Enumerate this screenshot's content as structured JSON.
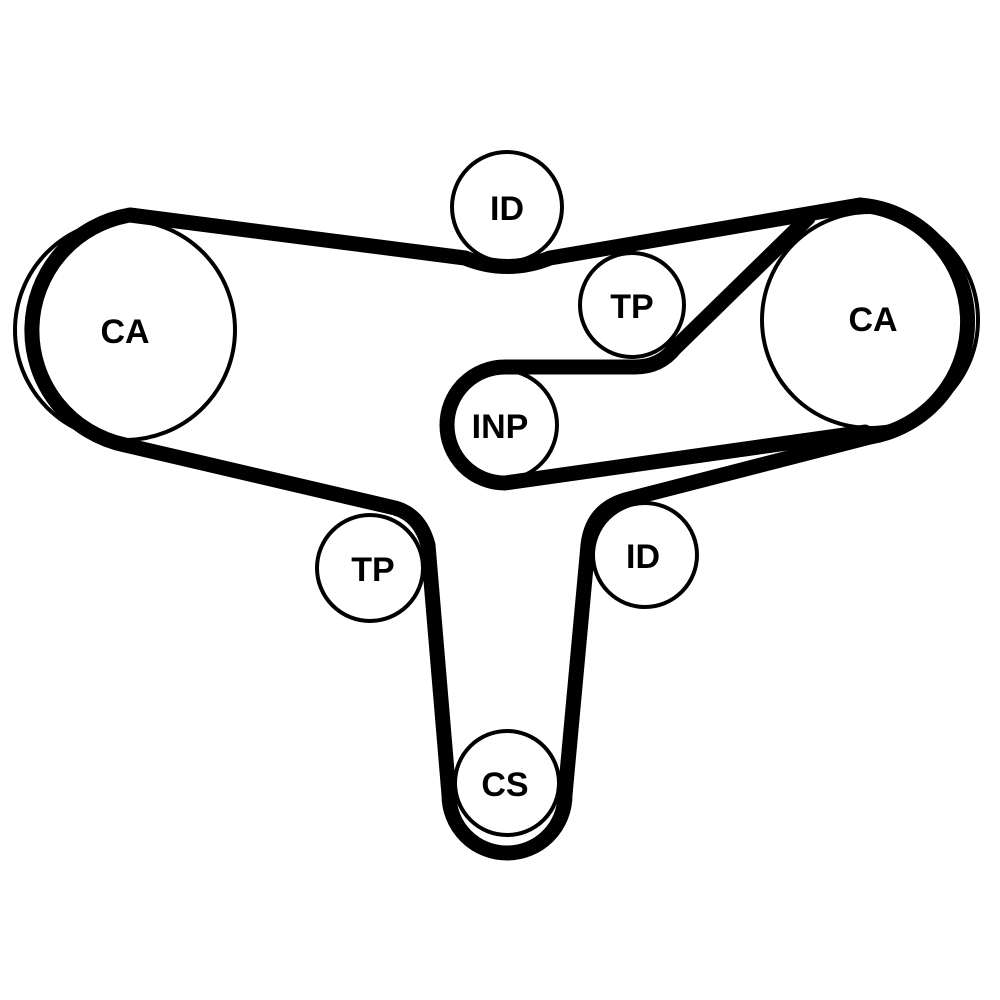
{
  "diagram": {
    "title_visible": false,
    "pulleys": [
      {
        "id": "ca-left",
        "label": "CA"
      },
      {
        "id": "id-top",
        "label": "ID"
      },
      {
        "id": "tp-upper",
        "label": "TP"
      },
      {
        "id": "ca-right",
        "label": "CA"
      },
      {
        "id": "inp",
        "label": "INP"
      },
      {
        "id": "tp-lower",
        "label": "TP"
      },
      {
        "id": "id-lower",
        "label": "ID"
      },
      {
        "id": "cs",
        "label": "CS"
      }
    ],
    "colors": {
      "belt": "#000000",
      "pulley_fill": "#ffffff",
      "pulley_stroke": "#000000"
    }
  }
}
